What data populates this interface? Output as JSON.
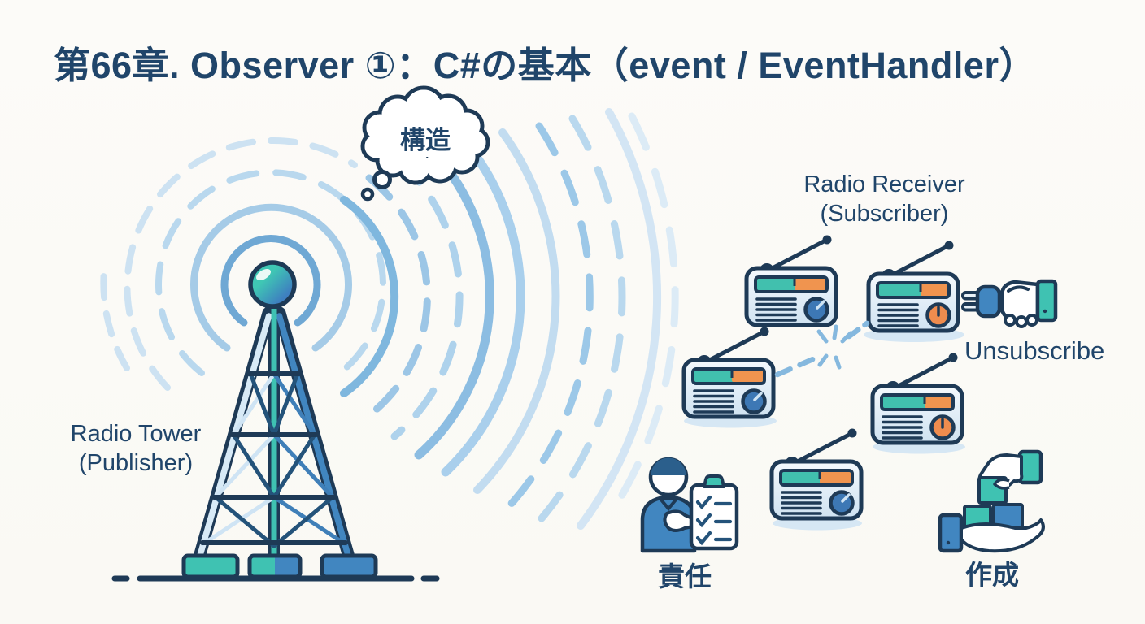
{
  "title": "第66章. Observer ①：C#の基本（event / EventHandler）",
  "thought_bubble": {
    "label": "構造"
  },
  "publisher": {
    "name_line": "Radio Tower",
    "role_line": "(Publisher)"
  },
  "subscriber": {
    "name_line": "Radio Receiver",
    "role_line": "(Subscriber)",
    "count": 5
  },
  "labels": {
    "unsubscribe": "Unsubscribe",
    "responsibility": "責任",
    "creation": "作成"
  },
  "icons": {
    "tower": "radio-tower-icon",
    "waves": "radio-waves-icon",
    "radio": "radio-receiver-icon",
    "thought_bubble": "thought-bubble-icon",
    "broken_link": "broken-connection-icon",
    "unplug_hand": "unplug-hand-icon",
    "person_checklist": "person-checklist-icon",
    "hand_blocks": "hand-building-blocks-icon"
  },
  "colors": {
    "background": "#fbfaf6",
    "outline_navy": "#1e3a56",
    "text_navy": "#20456a",
    "teal": "#3fc2b2",
    "blue": "#4186c0",
    "orange": "#f0944f",
    "knob_blue": "#3d78b5",
    "knob_orange": "#ef8c4e",
    "wave_strong": "#7fb7de",
    "wave_mid": "#9cc6e6",
    "wave_light": "#c2dcf0",
    "shadow": "#d6e7f4"
  }
}
